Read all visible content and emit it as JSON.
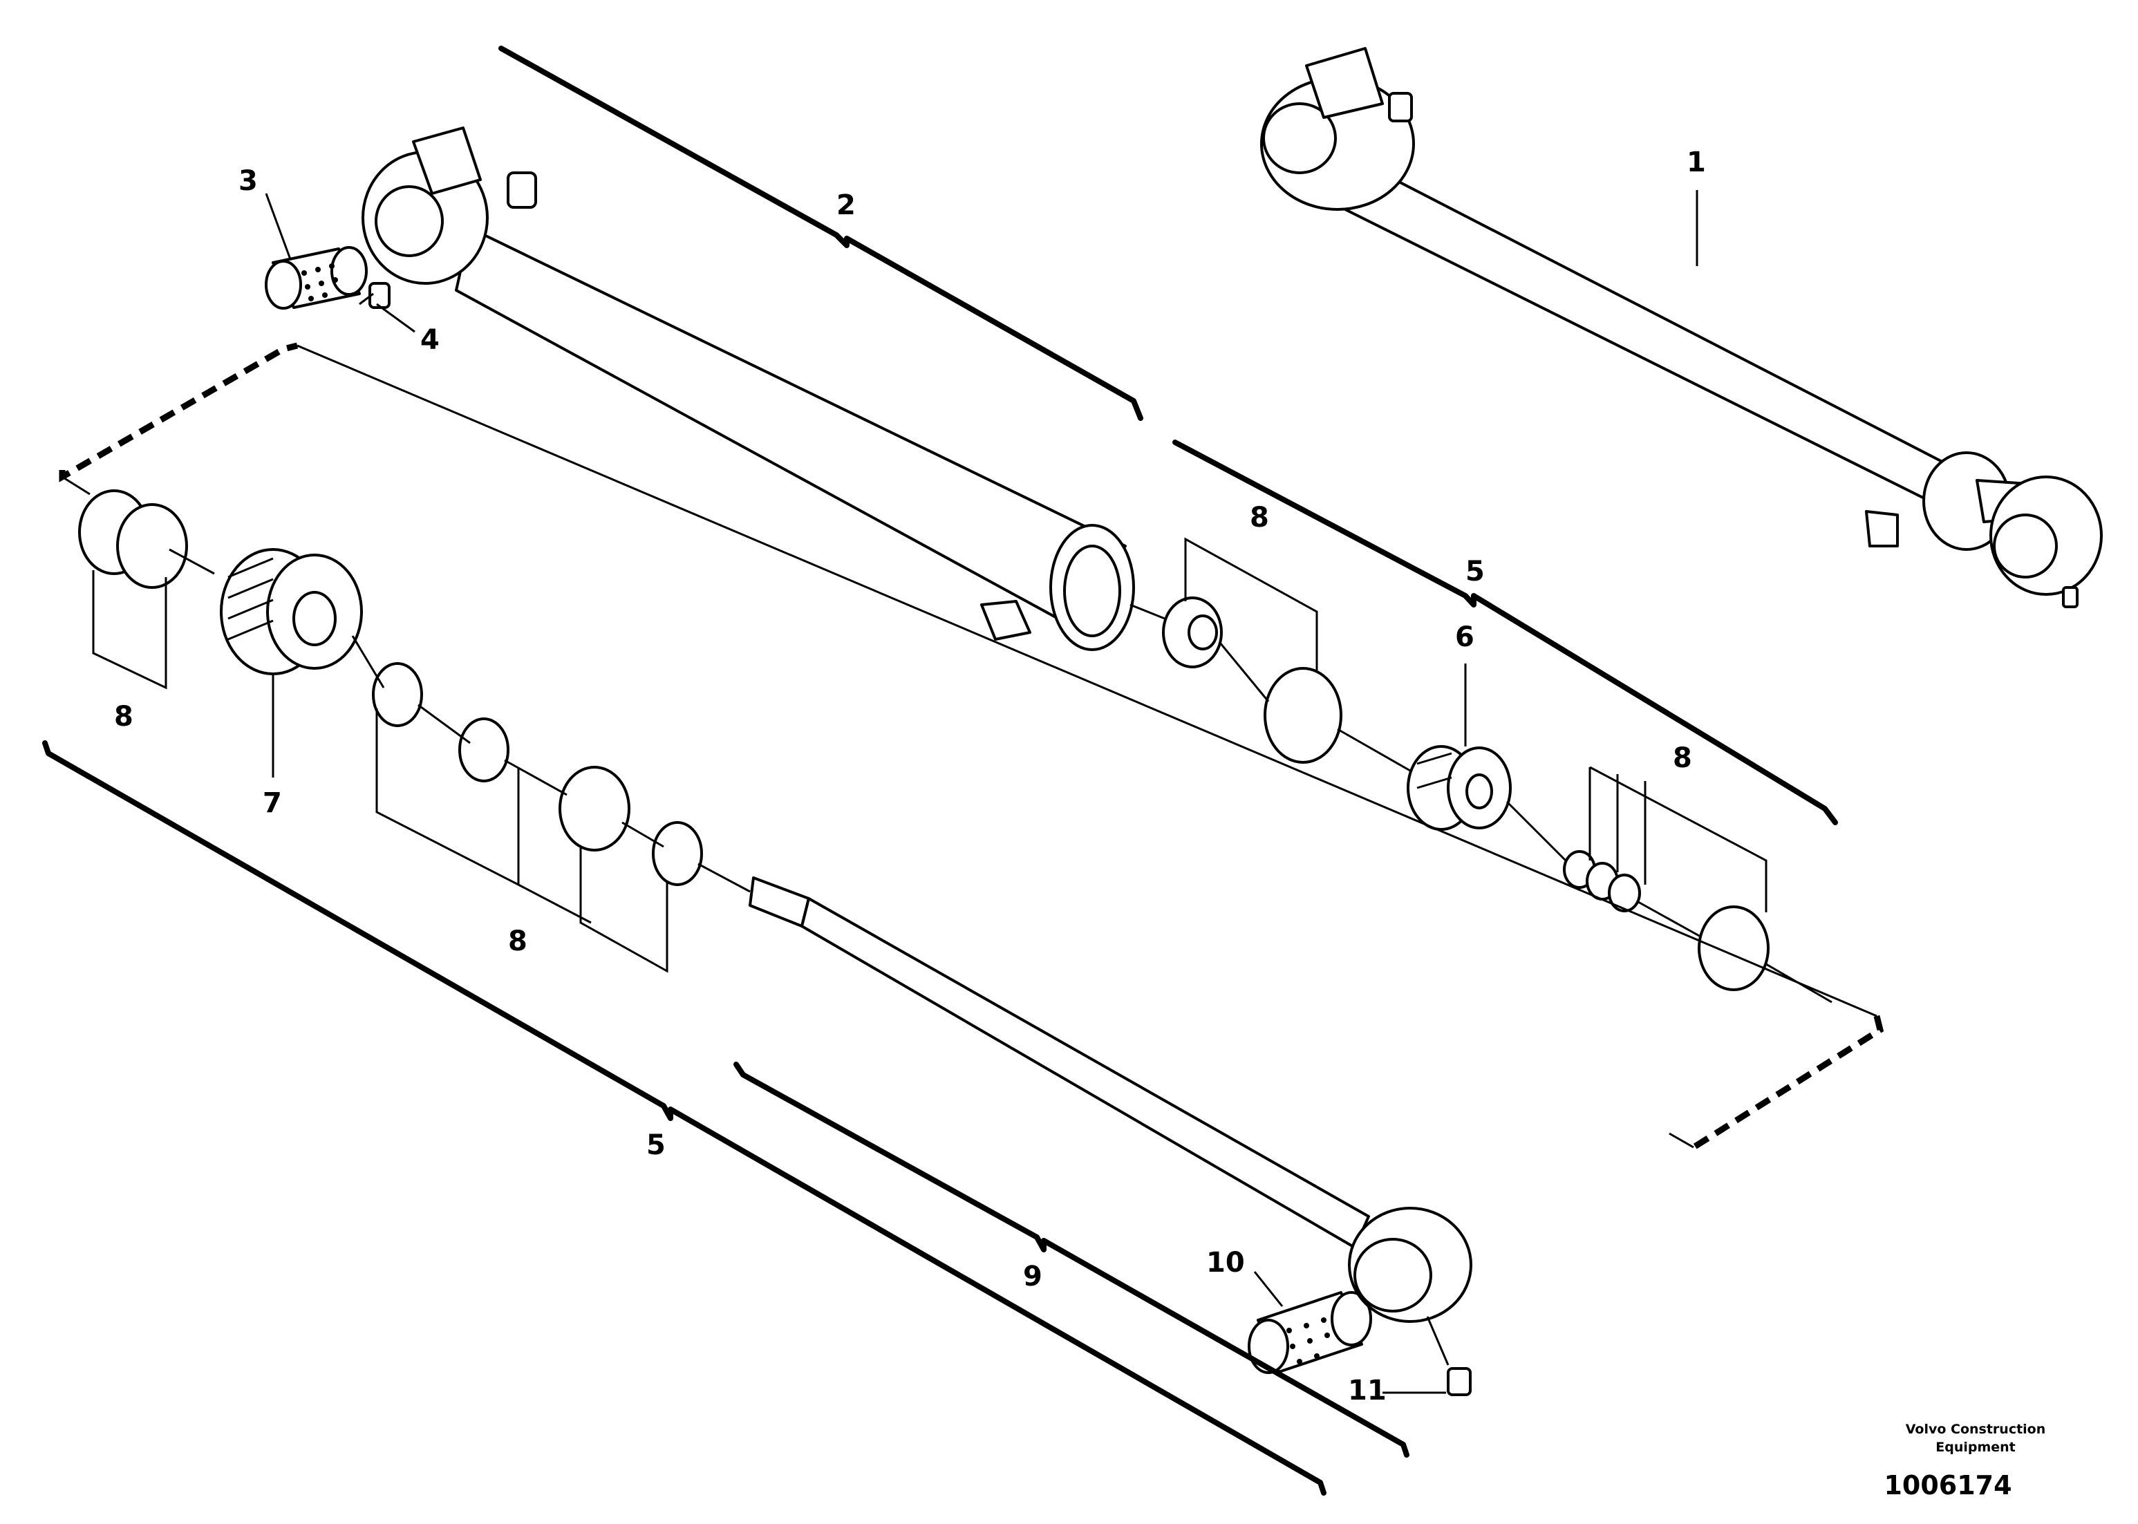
{
  "callouts": {
    "c1": "1",
    "c2": "2",
    "c3": "3",
    "c4": "4",
    "c5_right": "5",
    "c5_left": "5",
    "c6": "6",
    "c7": "7",
    "c8_nut": "8",
    "c8_rings_left": "8",
    "c8_seals": "8",
    "c8_rings_right": "8",
    "c9": "9",
    "c10": "10",
    "c11": "11"
  },
  "footer": {
    "brand_line1": "Volvo Construction",
    "brand_line2": "Equipment",
    "doc_number": "1006174"
  }
}
